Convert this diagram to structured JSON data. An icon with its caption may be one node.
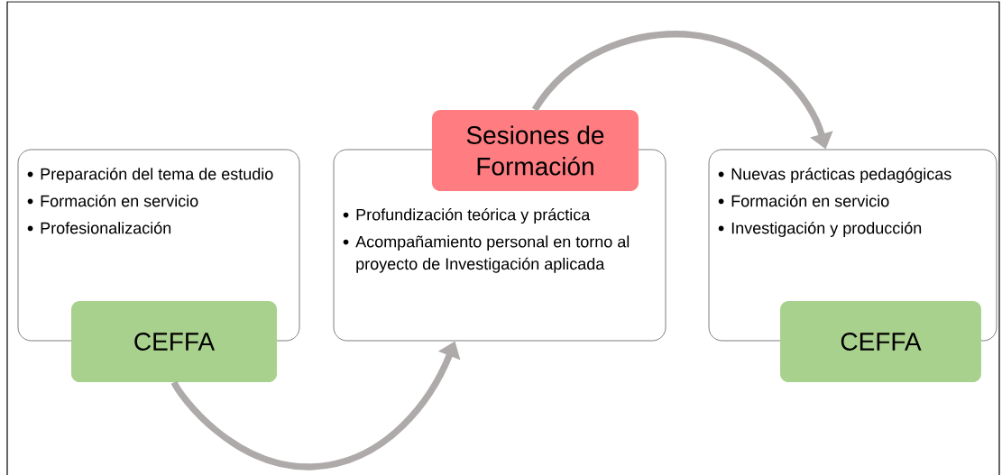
{
  "diagram": {
    "nodes": [
      {
        "text": [
          "Preparación del tema de estudio",
          "Formación en servicio",
          "Profesionalización"
        ]
      },
      {
        "text": [
          "CEFFA"
        ]
      },
      {
        "text": [
          "Profundización teórica y práctica",
          "Acompañamiento personal en torno al proyecto de Investigación aplicada"
        ]
      },
      {
        "text": [
          "Sesiones de Formación"
        ]
      },
      {
        "text": [
          "Nuevas prácticas pedagógicas",
          "Formación en servicio",
          "Investigación y producción"
        ]
      },
      {
        "text": [
          "CEFFA"
        ]
      }
    ],
    "edges": [
      {
        "from": 1,
        "to": 2,
        "arrow": "to"
      },
      {
        "from": 3,
        "to": 4,
        "arrow": "to"
      }
    ]
  }
}
